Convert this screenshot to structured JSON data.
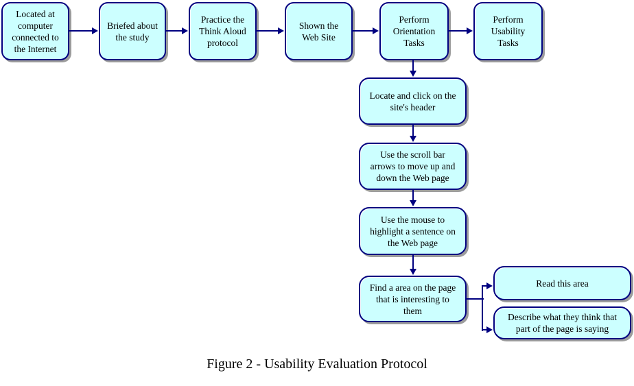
{
  "diagram": {
    "title": "Usability Evaluation Protocol flowchart",
    "top_row": [
      {
        "label": "Located at\ncomputer\nconnected to\nthe Internet"
      },
      {
        "label": "Briefed about\nthe study"
      },
      {
        "label": "Practice the\nThink Aloud\nprotocol"
      },
      {
        "label": "Shown the\nWeb Site"
      },
      {
        "label": "Perform\nOrientation\nTasks"
      },
      {
        "label": "Perform\nUsability\nTasks"
      }
    ],
    "orientation_subtasks": [
      {
        "label": "Locate and click on the\nsite's header"
      },
      {
        "label": "Use the scroll bar\narrows to move up and\ndown the Web page"
      },
      {
        "label": "Use the mouse to\nhighlight a sentence on\nthe Web page"
      },
      {
        "label": "Find a area on the page\nthat is interesting to\nthem"
      }
    ],
    "branch_tasks": [
      {
        "label": "Read this area"
      },
      {
        "label": "Describe what they think that\npart of the page is saying"
      }
    ],
    "caption": "Figure 2 - Usability Evaluation Protocol",
    "colors": {
      "node_fill": "#ccffff",
      "node_border": "#000080",
      "connector": "#000080",
      "shadow": "#9c9c9c"
    }
  }
}
